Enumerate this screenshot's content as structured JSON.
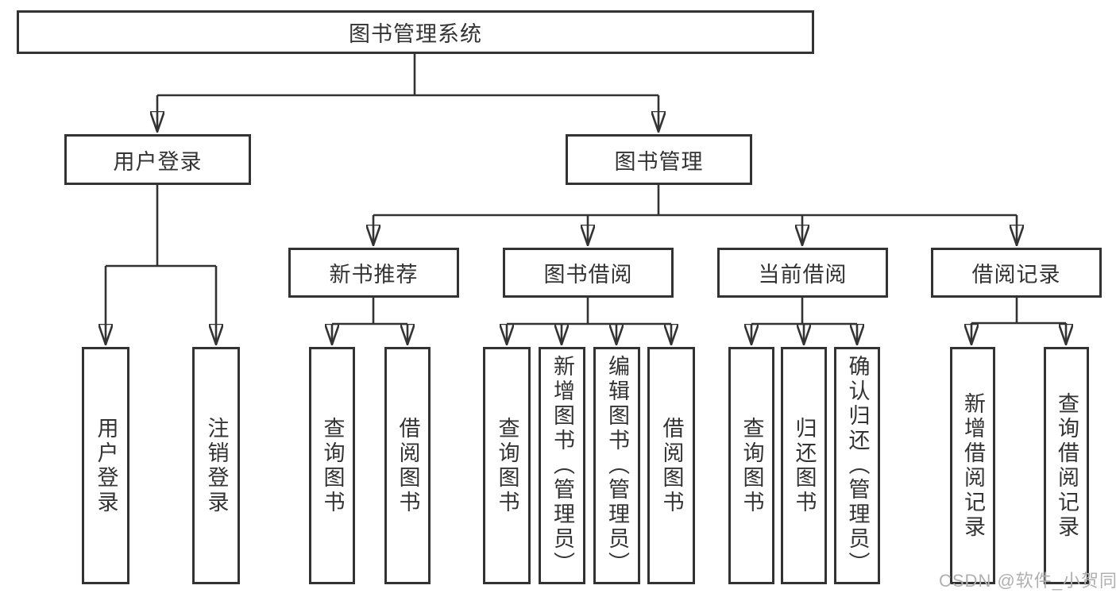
{
  "tree": {
    "root": {
      "label": "图书管理系统",
      "children": [
        {
          "label": "用户登录",
          "children": [
            {
              "label": "用户登录"
            },
            {
              "label": "注销登录"
            }
          ]
        },
        {
          "label": "图书管理",
          "children": [
            {
              "label": "新书推荐",
              "children": [
                {
                  "label": "查询图书"
                },
                {
                  "label": "借阅图书"
                }
              ]
            },
            {
              "label": "图书借阅",
              "children": [
                {
                  "label": "查询图书"
                },
                {
                  "label": "新增图书（管理员）"
                },
                {
                  "label": "编辑图书（管理员）"
                },
                {
                  "label": "借阅图书"
                }
              ]
            },
            {
              "label": "当前借阅",
              "children": [
                {
                  "label": "查询图书"
                },
                {
                  "label": "归还图书"
                },
                {
                  "label": "确认归还（管理员）"
                }
              ]
            },
            {
              "label": "借阅记录",
              "children": [
                {
                  "label": "新增借阅记录"
                },
                {
                  "label": "查询借阅记录"
                }
              ]
            }
          ]
        }
      ]
    }
  },
  "watermark": {
    "text": "CSDN @软件_小贺同学"
  },
  "colors": {
    "line": "#333333",
    "text": "#333333",
    "box_background": "#ffffff",
    "page_background": "#ffffff",
    "watermark": "#b0b0b0"
  }
}
